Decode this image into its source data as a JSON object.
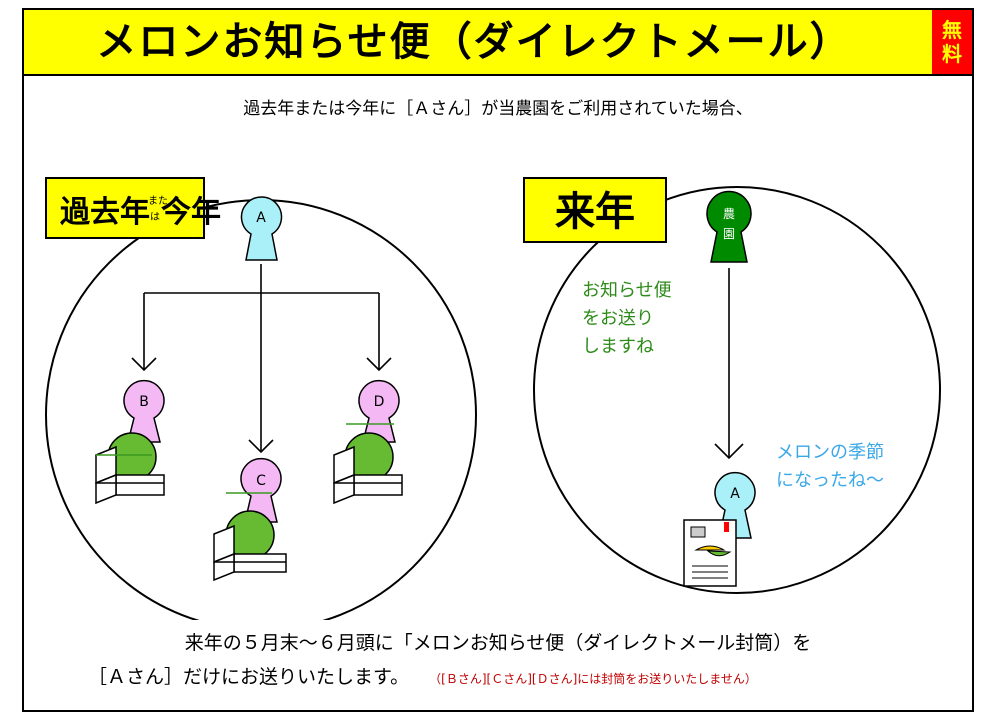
{
  "header": {
    "title": "メロンお知らせ便（ダイレクトメール）",
    "badge_line1": "無",
    "badge_line2": "料"
  },
  "intro_text": "過去年または今年に［Ａさん］が当農園をご利用されていた場合、",
  "left_panel": {
    "label_main1": "過去年",
    "label_small1": "また",
    "label_small2": "は",
    "label_main2": "今年",
    "person_a": "A",
    "person_b": "B",
    "person_c": "C",
    "person_d": "D"
  },
  "right_panel": {
    "label": "来年",
    "farm_line1": "農",
    "farm_line2": "園",
    "farm_message": [
      "お知らせ便",
      "をお送り",
      "しますね"
    ],
    "person_a": "A",
    "a_message": [
      "メロンの季節",
      "になったね～"
    ]
  },
  "footer": {
    "line1": "来年の５月末～６月頭に「メロンお知らせ便（ダイレクトメール封筒）を",
    "line2": "［Ａさん］だけにお送りいたします。",
    "note": "（[Ｂさん][Ｃさん][Ｄさん]には封筒をお送りいたしません）"
  },
  "colors": {
    "header_bg": "#ffff00",
    "badge_bg": "#ff0000",
    "badge_text": "#ffff00",
    "person_a": "#aaf0f8",
    "person_bcd": "#f4b8f4",
    "farm": "#008a00",
    "farm_text": "#2e8b1a",
    "a_text": "#3aa8e8",
    "melon": "#66bb33",
    "note": "#c00000"
  }
}
